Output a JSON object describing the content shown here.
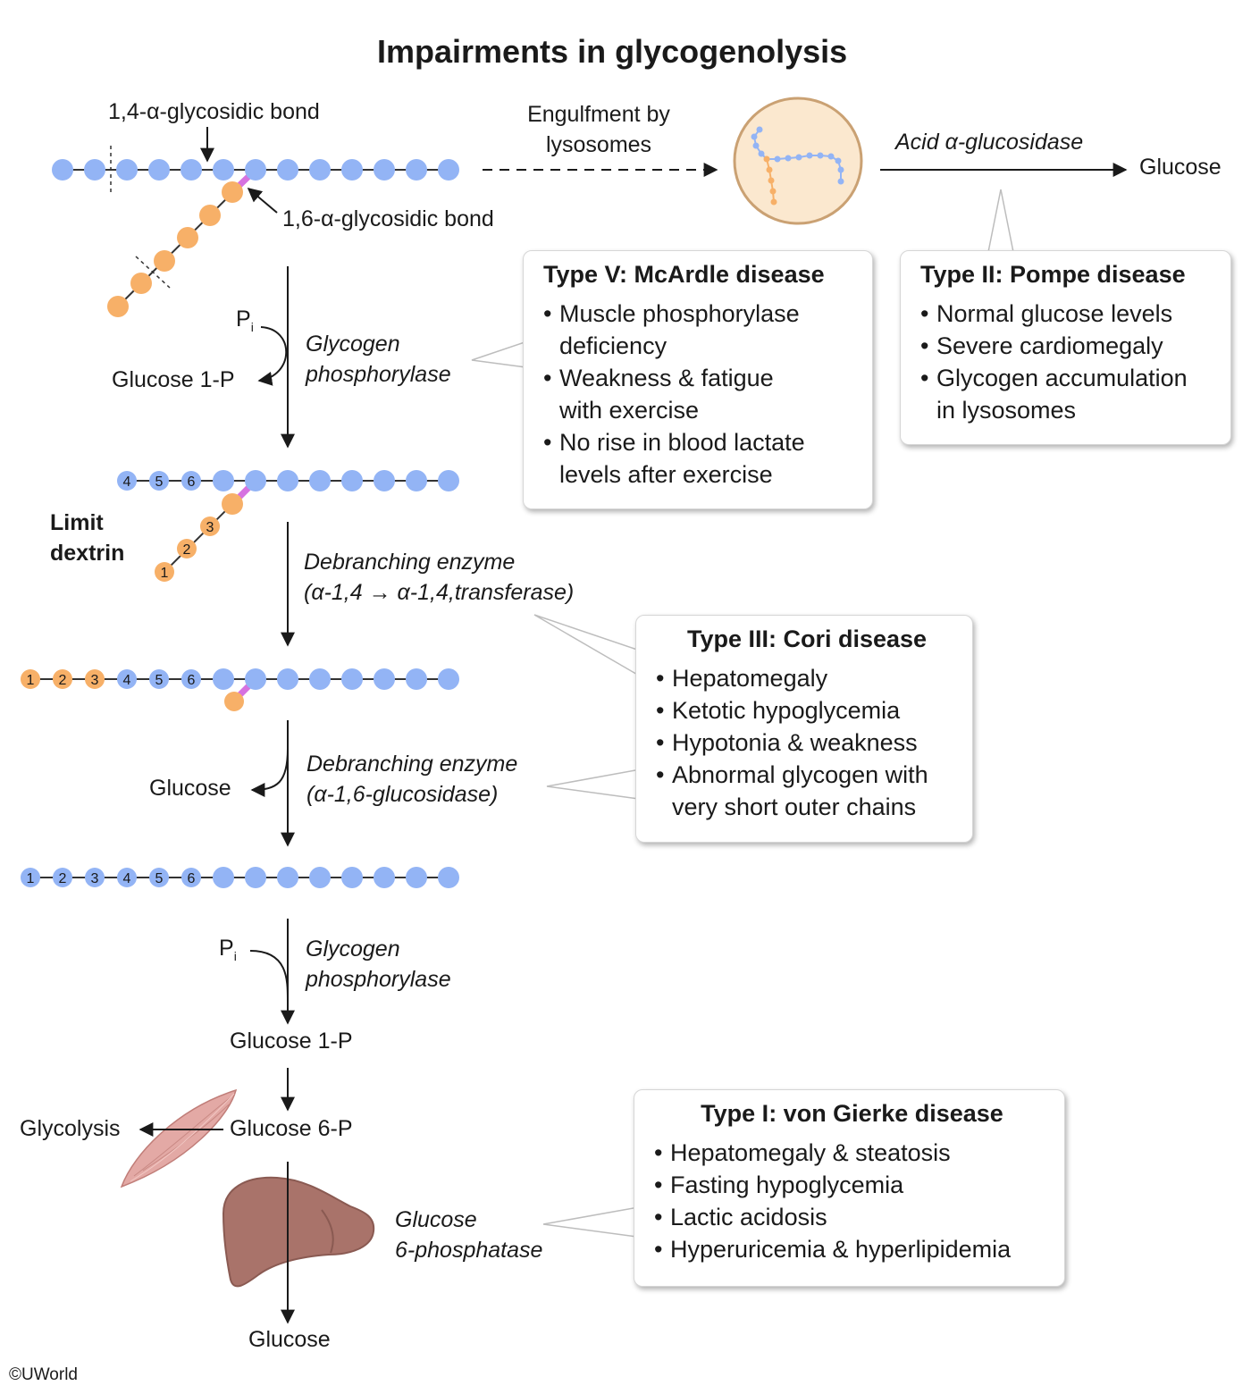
{
  "title": "Impairments in glycogenolysis",
  "labels": {
    "bond_14": "1,4-α-glycosidic bond",
    "bond_16": "1,6-α-glycosidic bond",
    "engulfment": "Engulfment by\nlysosomes",
    "acid_glucosidase": "Acid α-glucosidase",
    "glucose_top": "Glucose",
    "pi_1": "P",
    "pi_1_sub": "i",
    "glucose_1p_a": "Glucose 1-P",
    "glycogen_phosphorylase_a": "Glycogen\nphosphorylase",
    "limit_dextrin": "Limit\ndextrin",
    "debranching_1": "Debranching enzyme\n(α-1,4 → α-1,4,transferase)",
    "glucose_mid": "Glucose",
    "debranching_2": "Debranching enzyme\n(α-1,6-glucosidase)",
    "pi_2": "P",
    "pi_2_sub": "i",
    "glycogen_phosphorylase_b": "Glycogen\nphosphorylase",
    "glucose_1p_b": "Glucose 1-P",
    "glycolysis": "Glycolysis",
    "glucose_6p": "Glucose 6-P",
    "glucose_6_phosphatase": "Glucose\n6-phosphatase",
    "glucose_bottom": "Glucose",
    "copyright": "©UWorld"
  },
  "chain_numbers": {
    "row2_blue": [
      "4",
      "5",
      "6"
    ],
    "row2_orange": [
      "3",
      "2",
      "1"
    ],
    "row3_orange": [
      "1",
      "2",
      "3"
    ],
    "row3_blue": [
      "4",
      "5",
      "6"
    ],
    "row4_blue": [
      "1",
      "2",
      "3",
      "4",
      "5",
      "6"
    ]
  },
  "boxes": {
    "mcardle": {
      "title": "Type V: McArdle disease",
      "items": [
        "Muscle phosphorylase\n deficiency",
        "Weakness & fatigue\n with exercise",
        "No rise in blood lactate\n levels after exercise"
      ]
    },
    "pompe": {
      "title": "Type II: Pompe disease",
      "items": [
        "Normal glucose levels",
        "Severe cardiomegaly",
        "Glycogen accumulation\n in lysosomes"
      ]
    },
    "cori": {
      "title": "Type III: Cori disease",
      "items": [
        "Hepatomegaly",
        "Ketotic hypoglycemia",
        "Hypotonia & weakness",
        "Abnormal glycogen with\nvery short outer chains"
      ]
    },
    "vongierke": {
      "title": "Type I: von Gierke disease",
      "items": [
        "Hepatomegaly & steatosis",
        "Fasting hypoglycemia",
        "Lactic acidosis",
        "Hyperuricemia & hyperlipidemia"
      ]
    }
  },
  "colors": {
    "glucose_unit_blue": "#93b4f5",
    "glucose_unit_orange": "#f7b068",
    "branch_bond_pink": "#d672e0",
    "lysosome_fill": "#fbe8cf",
    "lysosome_stroke": "#caa173",
    "liver": "#a9736a",
    "muscle": "#e3a9a5"
  }
}
